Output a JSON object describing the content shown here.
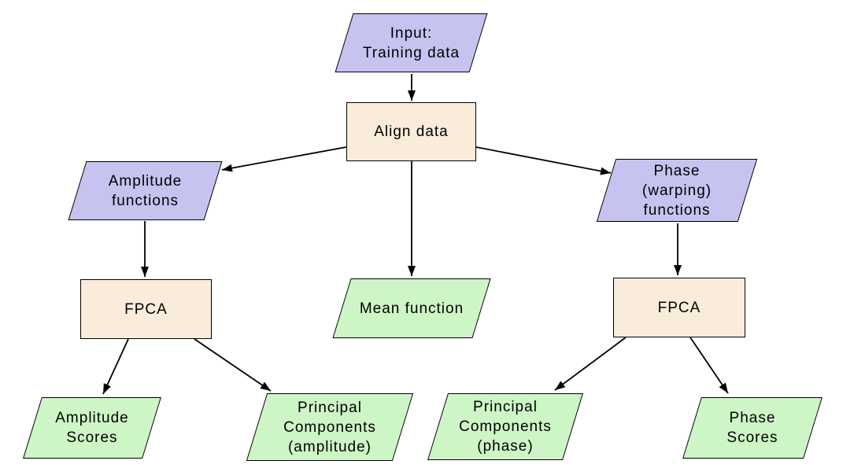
{
  "diagram": {
    "description": "FPCA flowchart: training data is aligned, then amplitude and phase components are analyzed with FPCA",
    "colors": {
      "io_fill": "#c6c3f0",
      "process_fill": "#faecdb",
      "output_fill": "#cdf5c5",
      "border": "#000000",
      "arrow": "#000000",
      "background": "#ffffff"
    },
    "nodes": {
      "input": {
        "label": "Input:\nTraining data",
        "shape": "parallelogram",
        "role": "input-data"
      },
      "align": {
        "label": "Align data",
        "shape": "rectangle",
        "role": "process"
      },
      "amplitude_functions": {
        "label": "Amplitude\nfunctions",
        "shape": "parallelogram",
        "role": "data"
      },
      "phase_functions": {
        "label": "Phase\n(warping)\nfunctions",
        "shape": "parallelogram",
        "role": "data"
      },
      "fpca_amplitude": {
        "label": "FPCA",
        "shape": "rectangle",
        "role": "process"
      },
      "mean_function": {
        "label": "Mean function",
        "shape": "parallelogram",
        "role": "output"
      },
      "fpca_phase": {
        "label": "FPCA",
        "shape": "rectangle",
        "role": "process"
      },
      "amplitude_scores": {
        "label": "Amplitude\nScores",
        "shape": "parallelogram",
        "role": "output"
      },
      "principal_components_amplitude": {
        "label": "Principal\nComponents\n(amplitude)",
        "shape": "parallelogram",
        "role": "output"
      },
      "principal_components_phase": {
        "label": "Principal\nComponents\n(phase)",
        "shape": "parallelogram",
        "role": "output"
      },
      "phase_scores": {
        "label": "Phase\nScores",
        "shape": "parallelogram",
        "role": "output"
      }
    },
    "edges": [
      {
        "from": "input",
        "to": "align"
      },
      {
        "from": "align",
        "to": "amplitude_functions"
      },
      {
        "from": "align",
        "to": "mean_function"
      },
      {
        "from": "align",
        "to": "phase_functions"
      },
      {
        "from": "amplitude_functions",
        "to": "fpca_amplitude"
      },
      {
        "from": "phase_functions",
        "to": "fpca_phase"
      },
      {
        "from": "fpca_amplitude",
        "to": "amplitude_scores"
      },
      {
        "from": "fpca_amplitude",
        "to": "principal_components_amplitude"
      },
      {
        "from": "fpca_phase",
        "to": "principal_components_phase"
      },
      {
        "from": "fpca_phase",
        "to": "phase_scores"
      }
    ]
  }
}
